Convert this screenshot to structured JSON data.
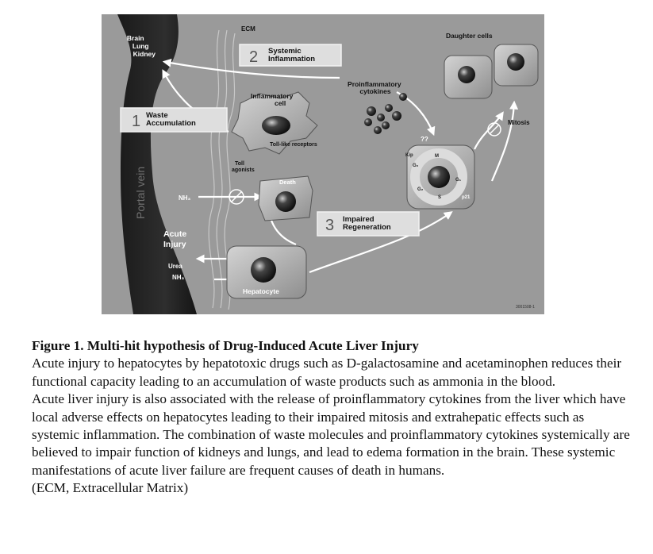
{
  "diagram": {
    "ecm": "ECM",
    "organs": [
      "Brain",
      "Lung",
      "Kidney"
    ],
    "portal_vein": "Portal vein",
    "step1": {
      "num": "1",
      "text": [
        "Waste",
        "Accumulation"
      ]
    },
    "step2": {
      "num": "2",
      "text": [
        "Systemic",
        "Inflammation"
      ]
    },
    "step3": {
      "num": "3",
      "text": [
        "Impaired",
        "Regeneration"
      ]
    },
    "inflammatory_cell": [
      "Inflammatory",
      "cell"
    ],
    "proinflammatory_cytokines": [
      "Proinflammatory",
      "cytokines"
    ],
    "toll_like_receptors": "Toll-like receptors",
    "toll_agonists": [
      "Toll",
      "agonists"
    ],
    "death": "Death",
    "nh3": "NH₃",
    "acute_injury": [
      "Acute",
      "Injury"
    ],
    "urea": "Urea",
    "hepatocyte": "Hepatocyte",
    "daughter_cells": "Daughter cells",
    "mitosis": "Mitosis",
    "unknown": "??",
    "cell_cycle": [
      "Kip",
      "G₀",
      "M",
      "G₁",
      "S",
      "G₂",
      "p21"
    ],
    "figure_id": "3001508-1"
  },
  "caption": {
    "title": "Figure 1. Multi-hit hypothesis of Drug-Induced Acute Liver Injury",
    "paragraph1": "Acute injury to hepatocytes by hepatotoxic drugs such as D-galactosamine and acetaminophen reduces their functional capacity leading to an accumulation of waste products such as ammonia in the blood.",
    "paragraph2": "Acute liver injury is also associated with the release of proinflammatory cytokines from the liver which have local adverse effects on hepatocytes leading to their impaired mitosis and extrahepatic effects such as systemic inflammation. The combination of waste molecules and proinflammatory cytokines systemically are believed to impair function of kidneys and lungs, and lead to edema formation in the brain. These systemic manifestations of acute liver failure are frequent causes of death in humans.",
    "note": "(ECM, Extracellular Matrix)"
  }
}
